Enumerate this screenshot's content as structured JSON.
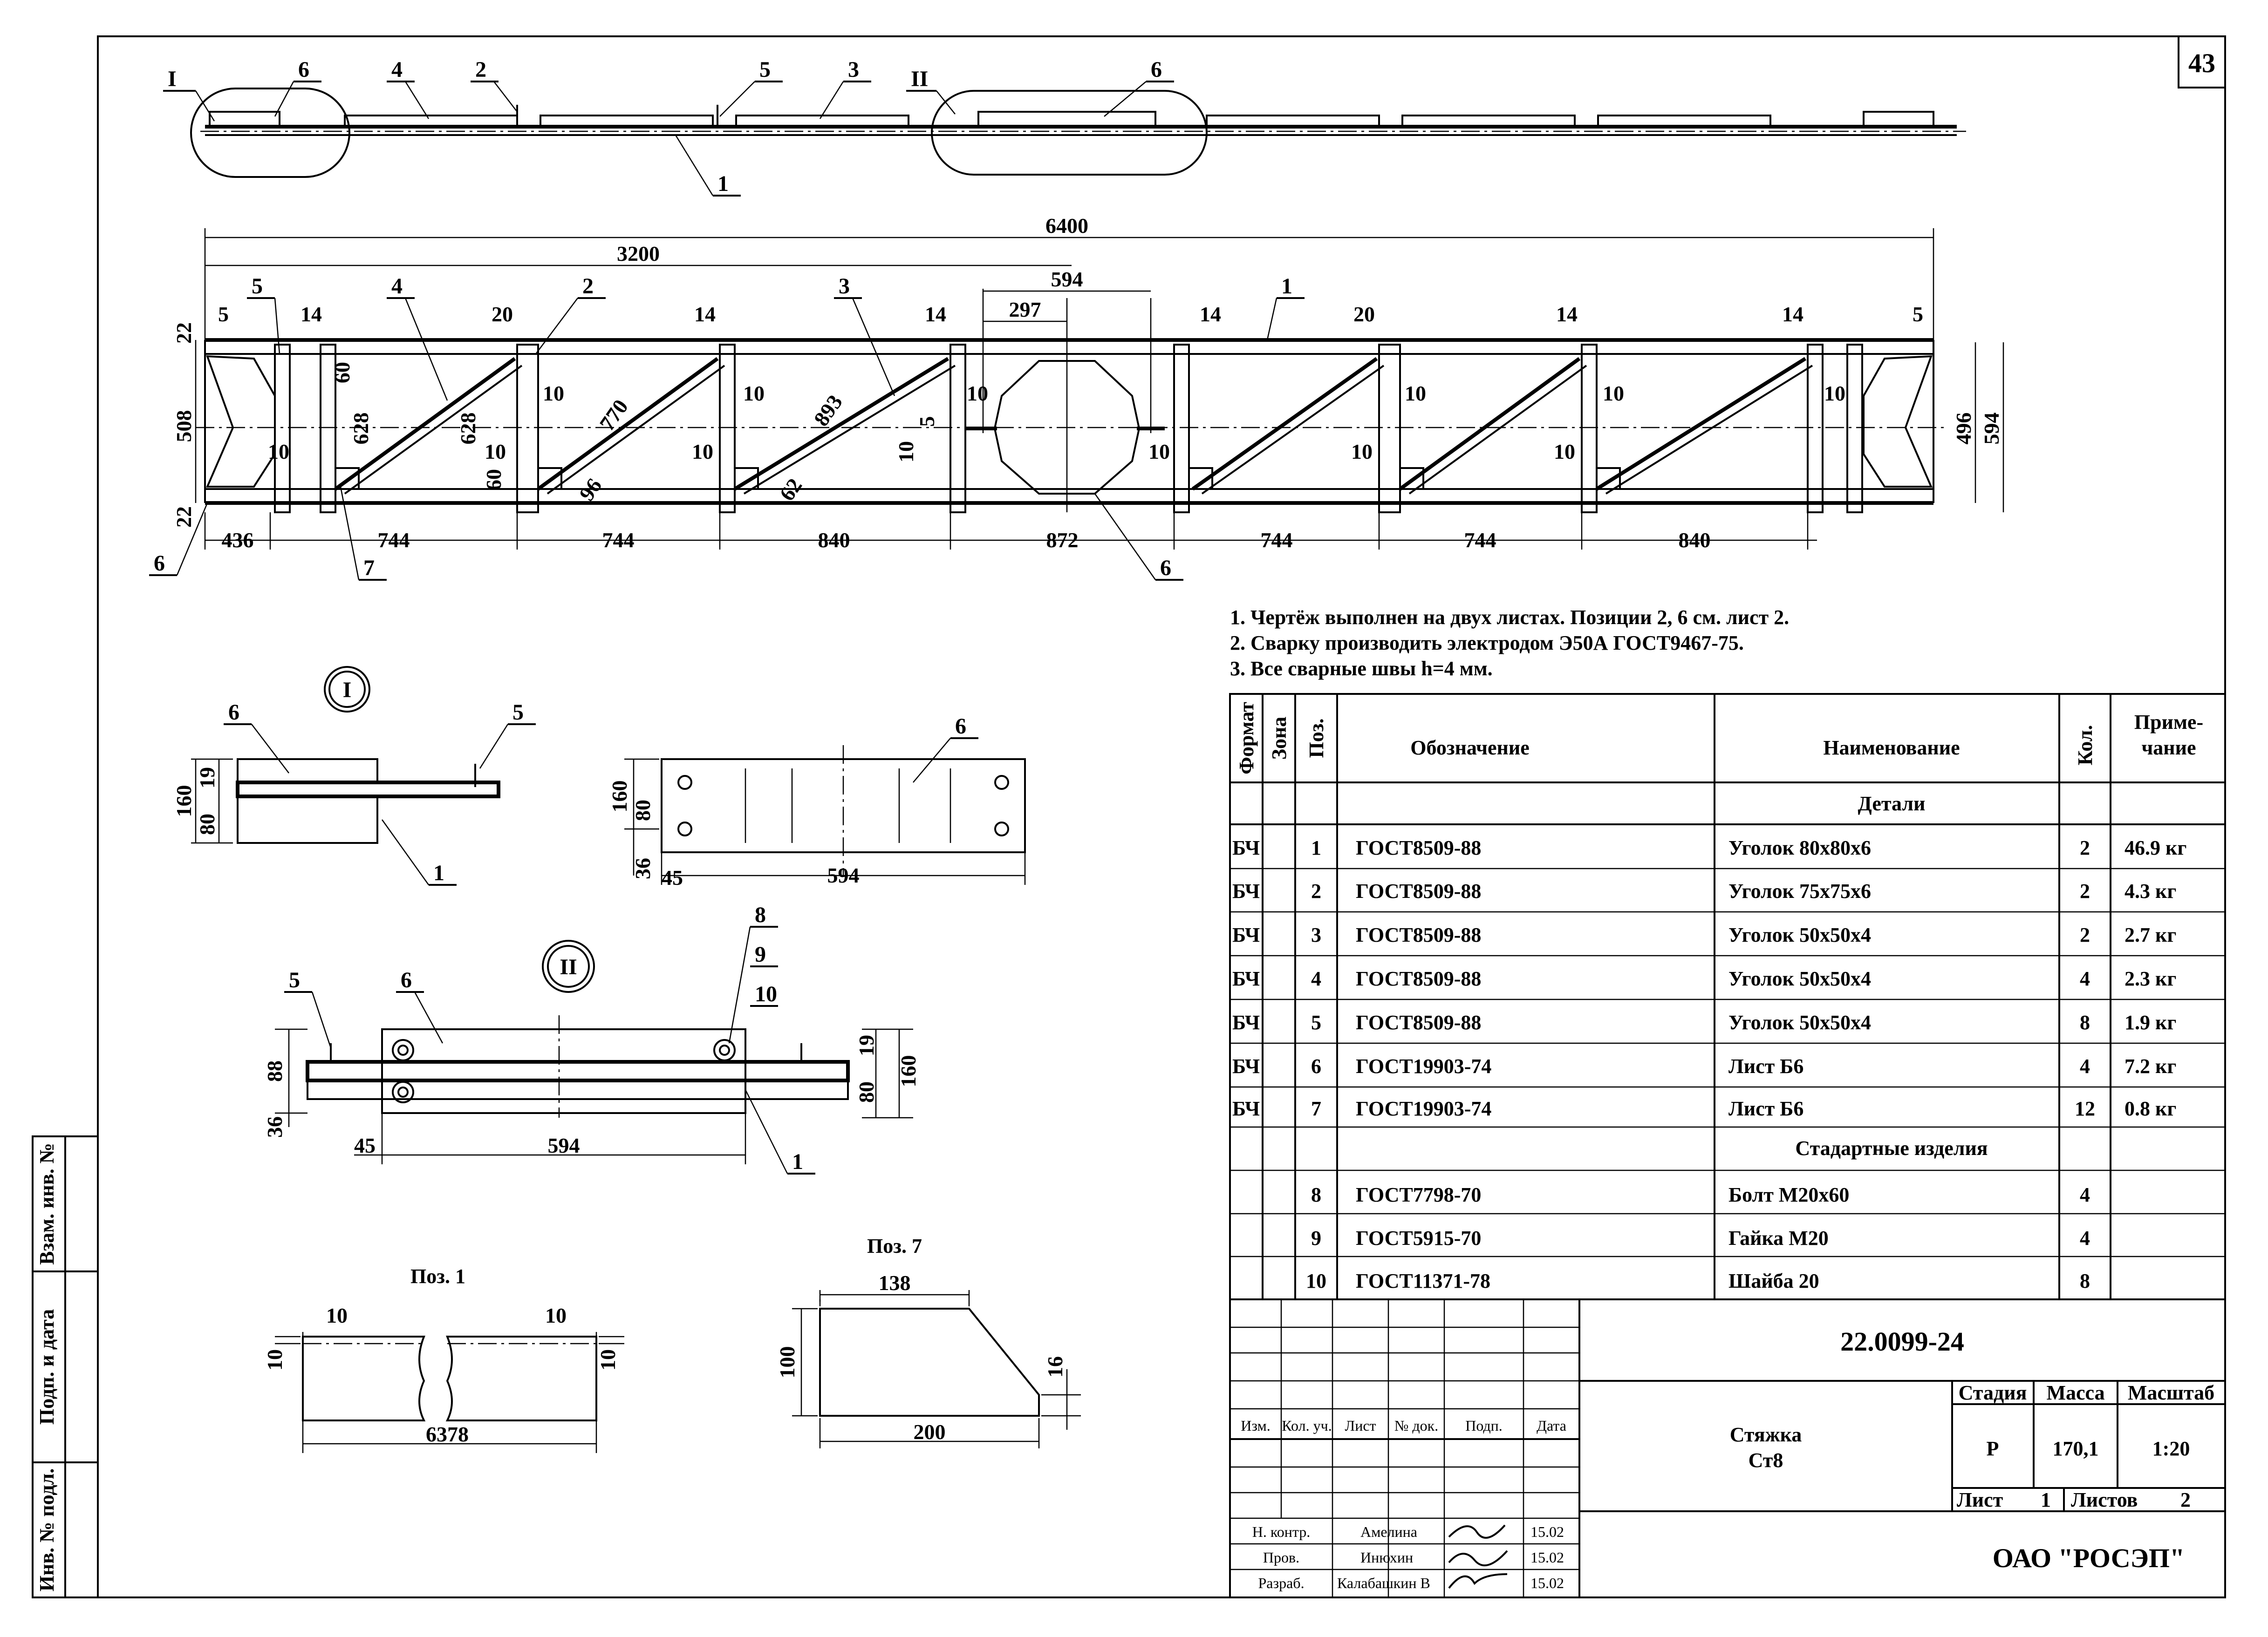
{
  "sheet_number": "43",
  "overview": {
    "section_marks": [
      "I",
      "II"
    ],
    "positions": [
      "6",
      "4",
      "2",
      "5",
      "3",
      "6",
      "1"
    ]
  },
  "main_view": {
    "dims_top": [
      "6400",
      "3200",
      "594",
      "297"
    ],
    "dims_small": [
      "5",
      "14",
      "20",
      "14",
      "14",
      "14",
      "20",
      "14",
      "14",
      "5"
    ],
    "dims_left": [
      "22",
      "508",
      "22"
    ],
    "dims_right": [
      "496",
      "594"
    ],
    "dims_inner": [
      "60",
      "628",
      "628",
      "770",
      "893",
      "96",
      "62",
      "60",
      "5",
      "10"
    ],
    "dims_bottom": [
      "436",
      "744",
      "744",
      "840",
      "872",
      "744",
      "744",
      "840"
    ],
    "positions": [
      "5",
      "4",
      "2",
      "3",
      "1",
      "6",
      "6",
      "7"
    ]
  },
  "notes": [
    "1. Чертёж выполнен на двух листах. Позиции 2, 6 см. лист 2.",
    "2. Сварку производить электродом Э50А ГОСТ9467-75.",
    "3. Все сварные швы h=4 мм."
  ],
  "spec_table": {
    "headers": [
      "Формат",
      "Зона",
      "Поз.",
      "Обозначение",
      "Наименование",
      "Кол.",
      "Приме-",
      "чание"
    ],
    "section_details": "Детали",
    "section_standard": "Стадартные изделия",
    "rows_details": [
      [
        "БЧ",
        "",
        "1",
        "ГОСТ8509-88",
        "Уголок 80х80х6",
        "2",
        "46.9 кг"
      ],
      [
        "БЧ",
        "",
        "2",
        "ГОСТ8509-88",
        "Уголок 75х75х6",
        "2",
        "4.3 кг"
      ],
      [
        "БЧ",
        "",
        "3",
        "ГОСТ8509-88",
        "Уголок 50х50х4",
        "2",
        "2.7 кг"
      ],
      [
        "БЧ",
        "",
        "4",
        "ГОСТ8509-88",
        "Уголок 50х50х4",
        "4",
        "2.3 кг"
      ],
      [
        "БЧ",
        "",
        "5",
        "ГОСТ8509-88",
        "Уголок 50х50х4",
        "8",
        "1.9 кг"
      ],
      [
        "БЧ",
        "",
        "6",
        "ГОСТ19903-74",
        "Лист Б6",
        "4",
        "7.2 кг"
      ],
      [
        "БЧ",
        "",
        "7",
        "ГОСТ19903-74",
        "Лист Б6",
        "12",
        "0.8 кг"
      ]
    ],
    "rows_standard": [
      [
        "",
        "",
        "8",
        "ГОСТ7798-70",
        "Болт М20х60",
        "4",
        ""
      ],
      [
        "",
        "",
        "9",
        "ГОСТ5915-70",
        "Гайка М20",
        "4",
        ""
      ],
      [
        "",
        "",
        "10",
        "ГОСТ11371-78",
        "Шайба 20",
        "8",
        ""
      ]
    ]
  },
  "title_block": {
    "doc_number": "22.0099-24",
    "name": "Стяжка",
    "material": "Ст8",
    "stage_label": "Стадия",
    "mass_label": "Масса",
    "scale_label": "Масштаб",
    "stage": "Р",
    "mass": "170,1",
    "scale": "1:20",
    "sheet_label": "Лист",
    "sheet": "1",
    "sheets_label": "Листов",
    "sheets": "2",
    "org": "ОАО \"РОСЭП\"",
    "col_headers": [
      "Изм.",
      "Кол. уч.",
      "Лист",
      "№ док.",
      "Подп.",
      "Дата"
    ],
    "roles": [
      {
        "role": "Н. контр.",
        "name": "Амелина",
        "date": "15.02"
      },
      {
        "role": "Пров.",
        "name": "Инюхин",
        "date": "15.02"
      },
      {
        "role": "Разраб.",
        "name": "Калабашкин В",
        "date": "15.02"
      }
    ]
  },
  "side_stamp": [
    "Взам. инв. №",
    "Подп. и дата",
    "Инв. № подл."
  ],
  "detail_I": {
    "title": "I",
    "dims": [
      "160",
      "19",
      "80",
      "160",
      "80",
      "36",
      "45",
      "594"
    ],
    "positions": [
      "6",
      "5",
      "1",
      "6"
    ]
  },
  "detail_II": {
    "title": "II",
    "dims": [
      "88",
      "36",
      "45",
      "594",
      "19",
      "160",
      "80"
    ],
    "positions": [
      "5",
      "6",
      "8",
      "9",
      "10",
      "1"
    ]
  },
  "pos1": {
    "title": "Поз. 1",
    "dims": [
      "10",
      "10",
      "10",
      "10",
      "6378"
    ]
  },
  "pos7": {
    "title": "Поз. 7",
    "dims": [
      "138",
      "100",
      "16",
      "200"
    ]
  }
}
